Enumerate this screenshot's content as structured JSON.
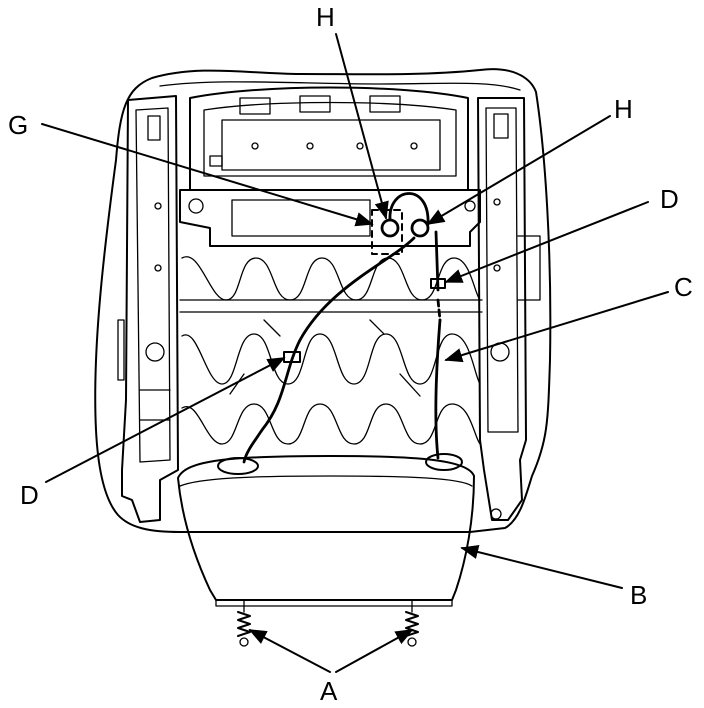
{
  "labels": {
    "a": "A",
    "b": "B",
    "c": "C",
    "d_right": "D",
    "d_left": "D",
    "g": "G",
    "h_left": "H",
    "h_right": "H"
  },
  "colors": {
    "line": "#000000",
    "background": "#ffffff"
  }
}
